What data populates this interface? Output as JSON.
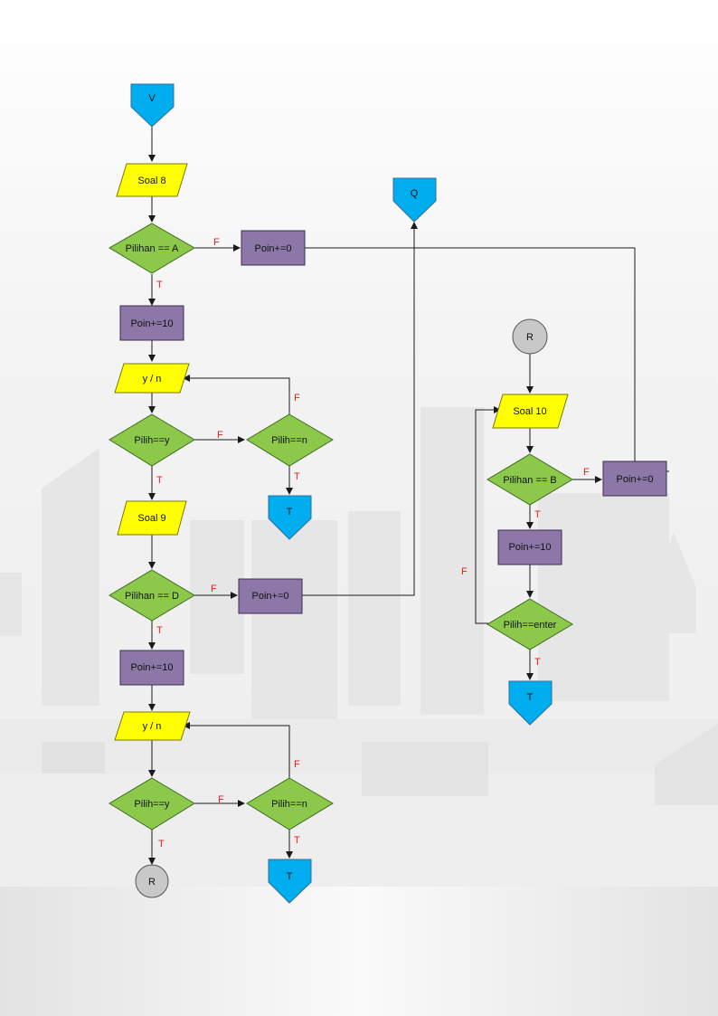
{
  "colors": {
    "offpage": "#00aeef",
    "connector": "#c8c8c8",
    "io": "#ffff00",
    "decision": "#8cc94a",
    "process": "#8d77a8",
    "edge_label": "#e81e1e",
    "line": "#1a1a1a"
  },
  "nodes": {
    "v_offpage": "V",
    "soal8": "Soal 8",
    "dec_a": "Pilihan == A",
    "proc_a_false": "Poin+=0",
    "proc_a_true": "Poin+=10",
    "yn1": "y / n",
    "pilih_y1": "Pilih==y",
    "pilih_n1": "Pilih==n",
    "t_offpage1": "T",
    "soal9": "Soal 9",
    "dec_d": "Pilihan == D",
    "proc_d_false": "Poin+=0",
    "proc_d_true": "Poin+=10",
    "yn2": "y / n",
    "pilih_y2": "Pilih==y",
    "pilih_n2": "Pilih==n",
    "r_connector1": "R",
    "t_offpage2": "T",
    "q_offpage": "Q",
    "r_connector2": "R",
    "soal10": "Soal 10",
    "dec_b": "Pilihan == B",
    "proc_b_false": "Poin+=0",
    "proc_b_true": "Poin+=10",
    "pilih_enter": "Pilih==enter",
    "t_offpage3": "T"
  },
  "edge_labels": {
    "a_f": "F",
    "a_t": "T",
    "y1_f": "F",
    "y1_t": "T",
    "n1_f": "F",
    "n1_t": "T",
    "d_f": "F",
    "d_t": "T",
    "y2_f": "F",
    "y2_t": "T",
    "n2_f": "F",
    "n2_t": "T",
    "b_f": "F",
    "b_t": "T",
    "enter_f": "F",
    "enter_t": "T"
  }
}
